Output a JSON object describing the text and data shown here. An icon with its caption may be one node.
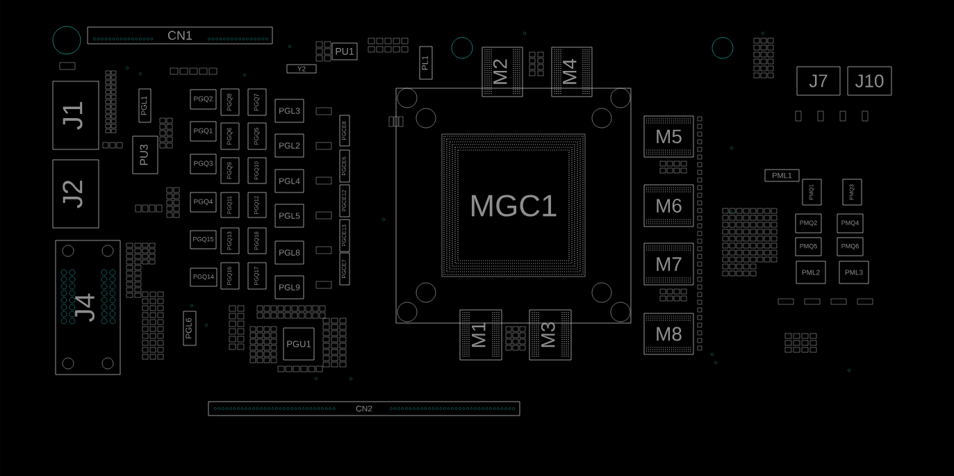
{
  "diagram": {
    "nodes": [
      {
        "text": [
          "CN1"
        ]
      },
      {
        "text": [
          "PU1"
        ]
      },
      {
        "text": [
          "PL1"
        ]
      },
      {
        "text": [
          "M2"
        ]
      },
      {
        "text": [
          "M4"
        ]
      },
      {
        "text": [
          "J7"
        ]
      },
      {
        "text": [
          "J10"
        ]
      },
      {
        "text": [
          "Y2"
        ]
      },
      {
        "text": [
          "J1"
        ]
      },
      {
        "text": [
          "PGL1"
        ]
      },
      {
        "text": [
          "PGQ2"
        ]
      },
      {
        "text": [
          "PGQ8"
        ]
      },
      {
        "text": [
          "PGQ7"
        ]
      },
      {
        "text": [
          "PGL3"
        ]
      },
      {
        "text": [
          "MGC1"
        ]
      },
      {
        "text": [
          "PGCE8"
        ]
      },
      {
        "text": [
          "PGQ1"
        ]
      },
      {
        "text": [
          "PGQ6"
        ]
      },
      {
        "text": [
          "PGQ5"
        ]
      },
      {
        "text": [
          "PGL2"
        ]
      },
      {
        "text": [
          "M5"
        ]
      },
      {
        "text": [
          "PU3"
        ]
      },
      {
        "text": [
          "PGCE6"
        ]
      },
      {
        "text": [
          "PGQ3"
        ]
      },
      {
        "text": [
          "PGQ9"
        ]
      },
      {
        "text": [
          "PGQ10"
        ]
      },
      {
        "text": [
          "J2"
        ]
      },
      {
        "text": [
          "PML1"
        ]
      },
      {
        "text": [
          "PGL4"
        ]
      },
      {
        "text": [
          "PMQ1"
        ]
      },
      {
        "text": [
          "PMQ3"
        ]
      },
      {
        "text": [
          "M6"
        ]
      },
      {
        "text": [
          "PGCE12"
        ]
      },
      {
        "text": [
          "PGQ4"
        ]
      },
      {
        "text": [
          "PGQ11"
        ]
      },
      {
        "text": [
          "PGQ12"
        ]
      },
      {
        "text": [
          "PGL5"
        ]
      },
      {
        "text": [
          "PMQ2"
        ]
      },
      {
        "text": [
          "PMQ4"
        ]
      },
      {
        "text": [
          "PGCE13"
        ]
      },
      {
        "text": [
          "PGQ15"
        ]
      },
      {
        "text": [
          "PGQ13"
        ]
      },
      {
        "text": [
          "PGQ18"
        ]
      },
      {
        "text": [
          "PMQ5"
        ]
      },
      {
        "text": [
          "PMQ6"
        ]
      },
      {
        "text": [
          "J4"
        ]
      },
      {
        "text": [
          "PGL8"
        ]
      },
      {
        "text": [
          "M7"
        ]
      },
      {
        "text": [
          "PGCE7"
        ]
      },
      {
        "text": [
          "PML2"
        ]
      },
      {
        "text": [
          "PML3"
        ]
      },
      {
        "text": [
          "PGQ14"
        ]
      },
      {
        "text": [
          "PGQ16"
        ]
      },
      {
        "text": [
          "PGQ17"
        ]
      },
      {
        "text": [
          "PGL9"
        ]
      },
      {
        "text": [
          "M1"
        ]
      },
      {
        "text": [
          "M3"
        ]
      },
      {
        "text": [
          "PGL6"
        ]
      },
      {
        "text": [
          "M8"
        ]
      },
      {
        "text": [
          "PGU1"
        ]
      },
      {
        "text": [
          "CN2"
        ]
      }
    ]
  }
}
